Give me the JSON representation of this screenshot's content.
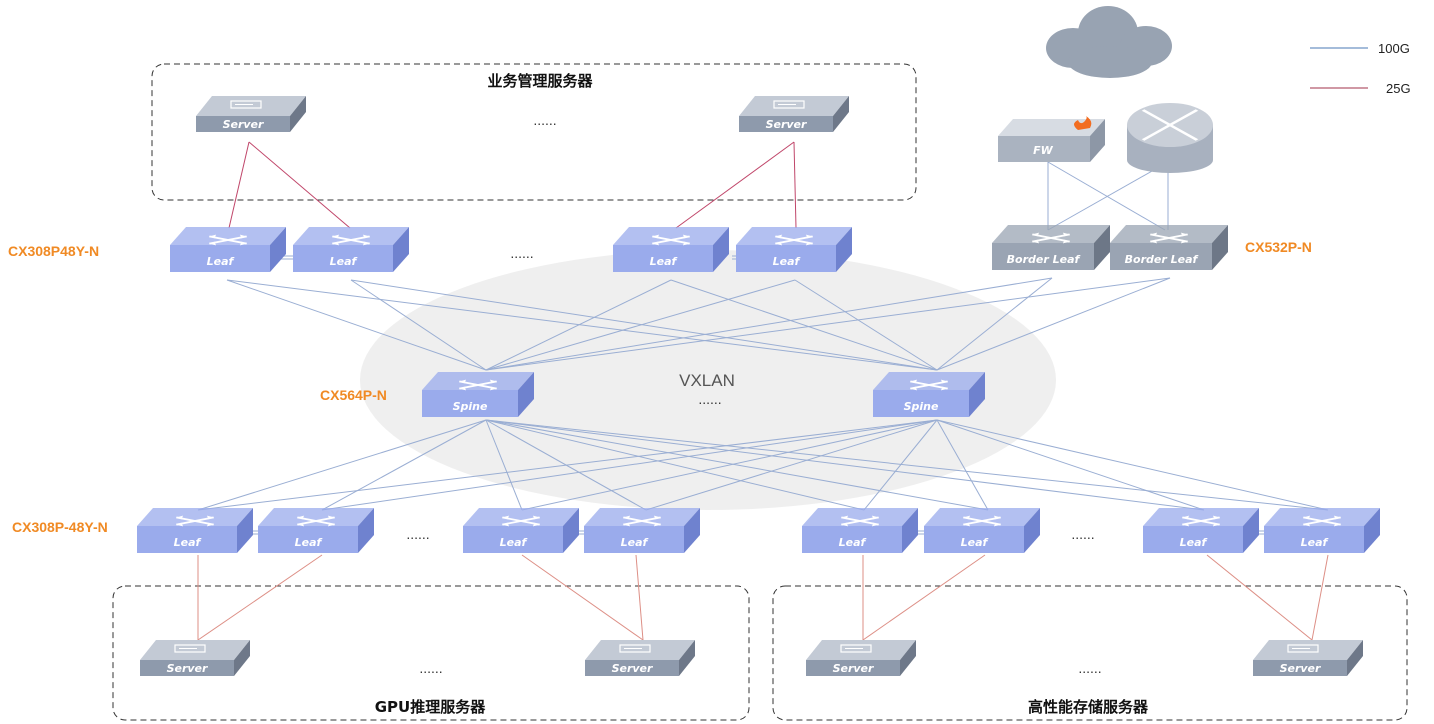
{
  "overlay": {
    "label": "VXLAN",
    "dots": "......"
  },
  "groups": {
    "business": "业务管理服务器",
    "gpu": "GPU推理服务器",
    "storage": "高性能存储服务器"
  },
  "models": {
    "top_leaf": "CX308P48Y-N",
    "border_leaf": "CX532P-N",
    "spine": "CX564P-N",
    "bottom_leaf": "CX308P-48Y-N"
  },
  "devices": {
    "leaf": "Leaf",
    "spine": "Spine",
    "server": "Server",
    "border_leaf": "Border Leaf",
    "firewall": "FW"
  },
  "ellipsis": "......",
  "legend": [
    {
      "label": "100G",
      "color": "#4a78b5"
    },
    {
      "label": "25G",
      "color": "#a0304a"
    }
  ],
  "colors": {
    "switch": "#9aabec",
    "switch_side": "#6f82cf",
    "server": "#8e9aac",
    "link_100g": "#9aaed3",
    "link_25g_top": "#c0466a",
    "link_25g_bottom": "#dd8f86"
  }
}
